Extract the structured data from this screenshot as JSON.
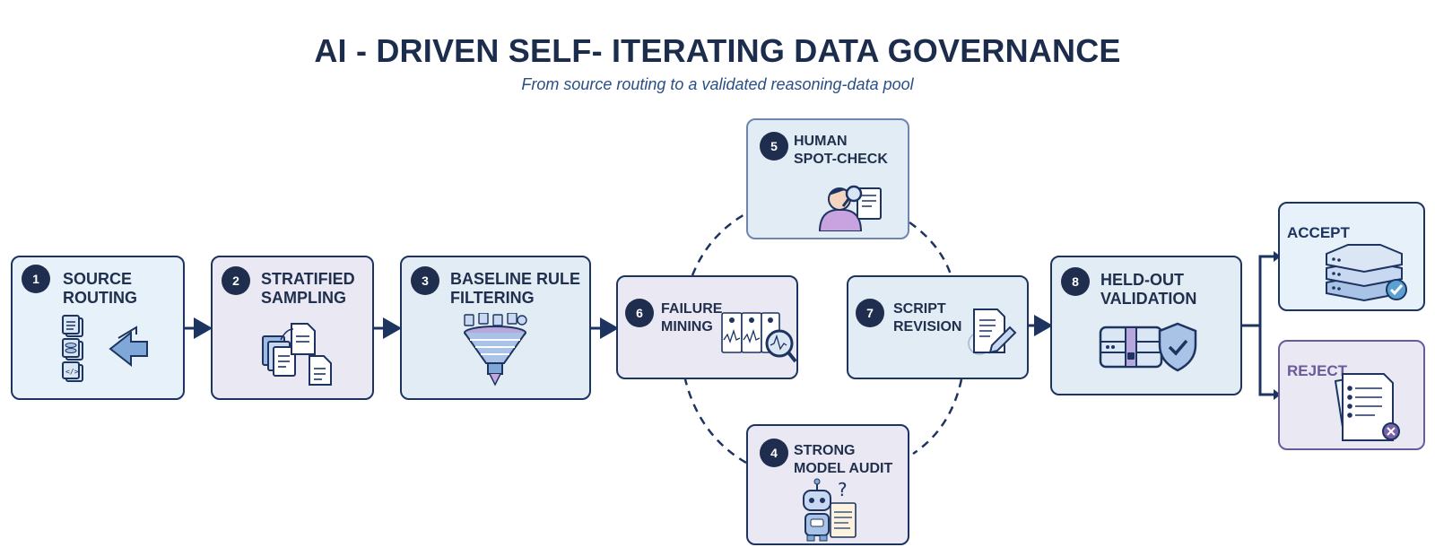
{
  "header": {
    "title": "AI - DRIVEN SELF- ITERATING DATA GOVERNANCE",
    "subtitle": "From source routing to a validated reasoning-data pool"
  },
  "steps": [
    {
      "number": "1",
      "line1": "SOURCE",
      "line2": "ROUTING",
      "icon": "data-routing-icon"
    },
    {
      "number": "2",
      "line1": "STRATIFIED",
      "line2": "SAMPLING",
      "icon": "documents-icon"
    },
    {
      "number": "3",
      "line1": "BASELINE RULE",
      "line2": "FILTERING",
      "icon": "funnel-icon"
    },
    {
      "number": "4",
      "line1": "STRONG",
      "line2": "MODEL AUDIT",
      "icon": "robot-icon"
    },
    {
      "number": "5",
      "line1": "HUMAN",
      "line2": "SPOT-CHECK",
      "icon": "inspector-icon"
    },
    {
      "number": "6",
      "line1": "FAILURE",
      "line2": "MINING",
      "icon": "magnifier-charts-icon"
    },
    {
      "number": "7",
      "line1": "SCRIPT",
      "line2": "REVISION",
      "icon": "edit-document-icon"
    },
    {
      "number": "8",
      "line1": "HELD-OUT",
      "line2": "VALIDATION",
      "icon": "shield-vault-icon"
    }
  ],
  "outcomes": {
    "accept": {
      "label": "ACCEPT",
      "color": "#1d3461",
      "icon": "server-check-icon"
    },
    "reject": {
      "label": "REJECT",
      "color": "#6a5a9c",
      "icon": "rejected-document-icon"
    }
  },
  "colors": {
    "border": "#1d3461",
    "badge": "#1f2d4e",
    "card_blue": "#e7f1f9",
    "card_lilac": "#eae8f3",
    "title": "#1c2c4c",
    "subtitle": "#2a4f86"
  }
}
